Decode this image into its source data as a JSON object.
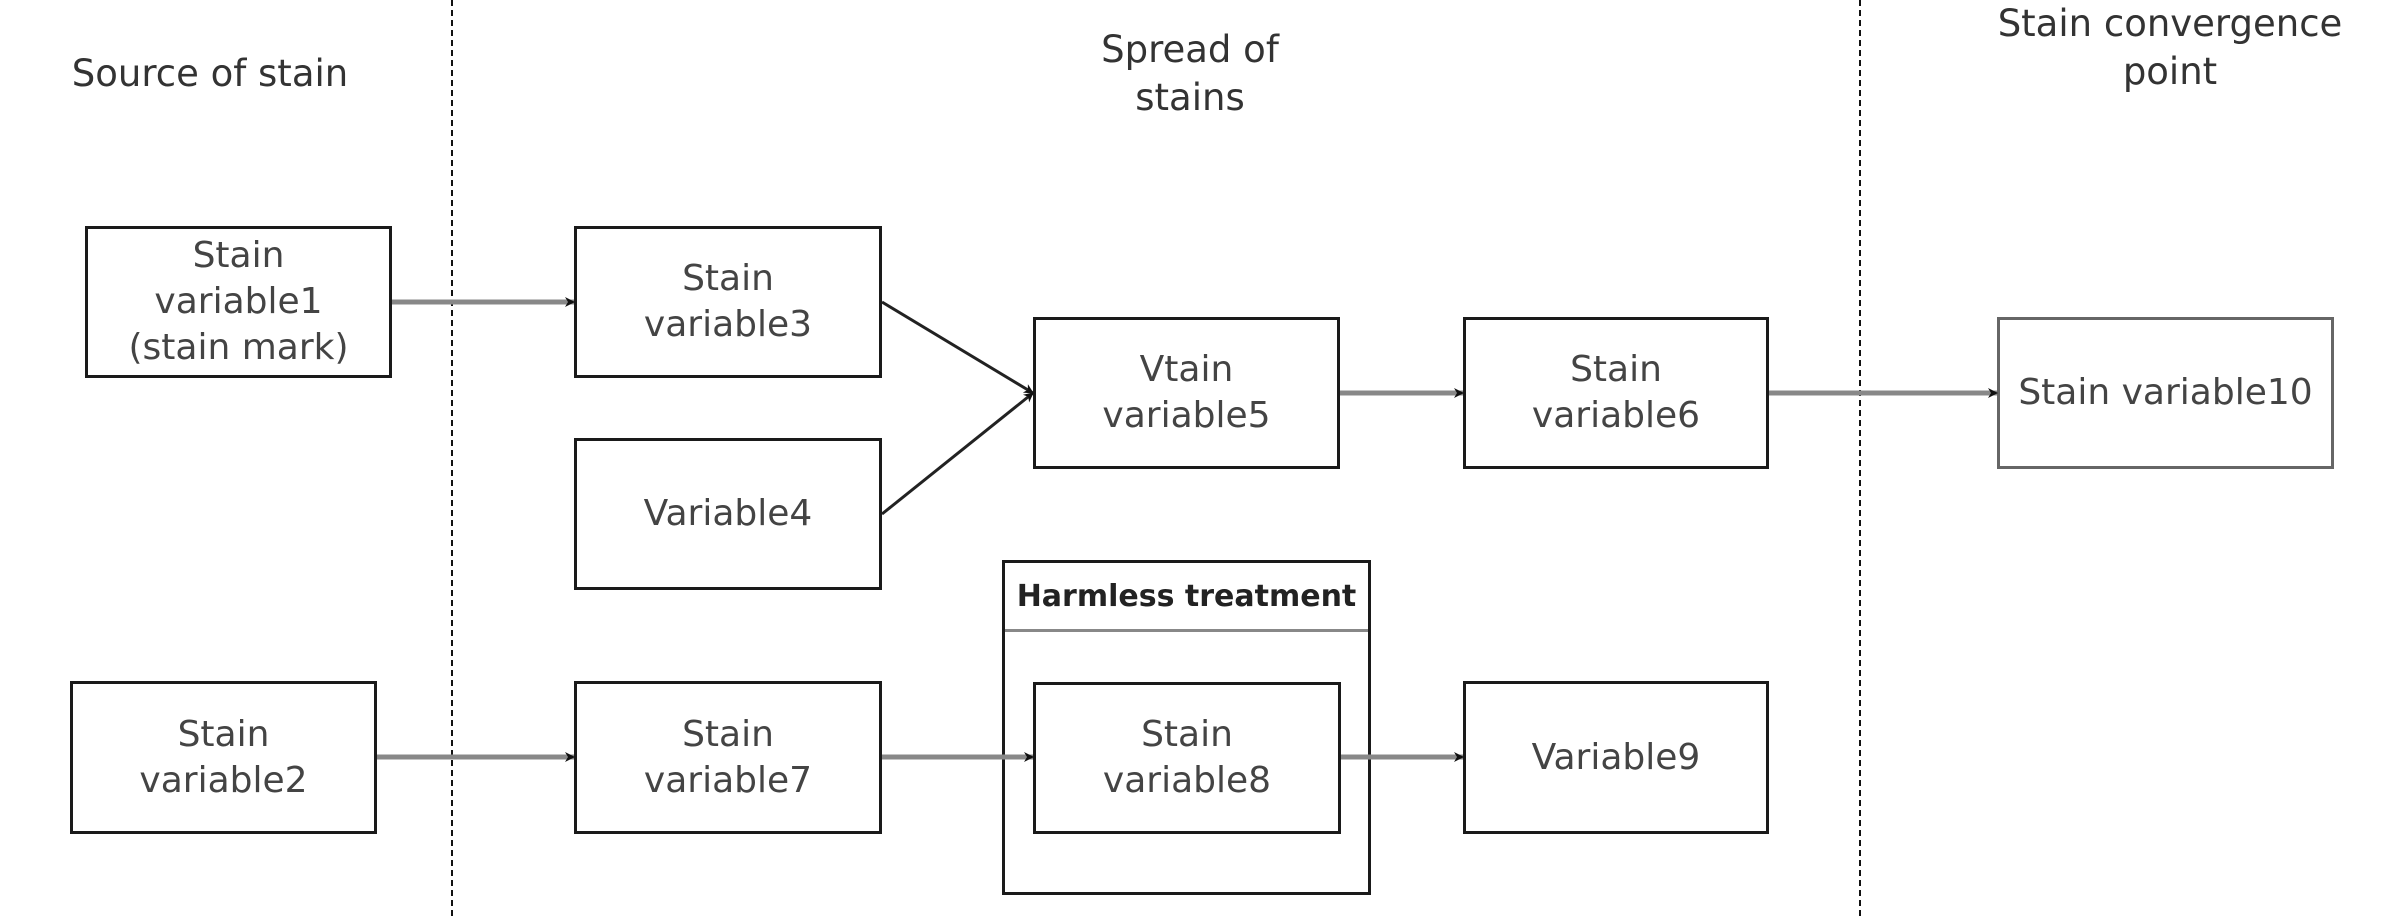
{
  "sections": [
    {
      "id": "source",
      "title": "Source of stain"
    },
    {
      "id": "spread",
      "title": "Spread of\nstains"
    },
    {
      "id": "convergence",
      "title": "Stain convergence\npoint"
    }
  ],
  "nodes": {
    "v1": "Stain\nvariable1\n(stain mark)",
    "v2": "Stain\nvariable2",
    "v3": "Stain\nvariable3",
    "v4": "Variable4",
    "v5": "Vtain\nvariable5",
    "v6": "Stain\nvariable6",
    "v7": "Stain\nvariable7",
    "v8": "Stain\nvariable8",
    "v9": "Variable9",
    "v10": "Stain variable10"
  },
  "containers": {
    "harmless": {
      "title": "Harmless treatment",
      "contains": [
        "v8"
      ]
    }
  },
  "edges": [
    {
      "from": "v1",
      "to": "v3"
    },
    {
      "from": "v3",
      "to": "v5"
    },
    {
      "from": "v4",
      "to": "v5"
    },
    {
      "from": "v5",
      "to": "v6"
    },
    {
      "from": "v6",
      "to": "v10"
    },
    {
      "from": "v2",
      "to": "v7"
    },
    {
      "from": "v7",
      "to": "v8"
    },
    {
      "from": "v8",
      "to": "v9"
    }
  ]
}
